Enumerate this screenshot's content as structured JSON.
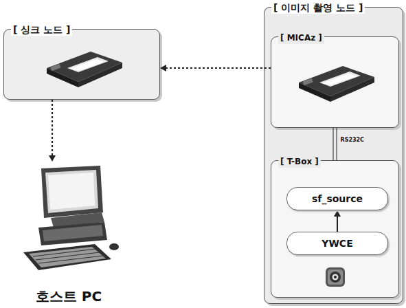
{
  "diagram": {
    "nodes": [
      {
        "text": [
          "[ 싱크 노드 ]"
        ]
      },
      {
        "text": [
          "[ 이미지 촬영 노드 ]"
        ]
      },
      {
        "text": [
          "[ MICAz ]"
        ],
        "in": 1
      },
      {
        "text": [
          "[ T-Box ]"
        ],
        "in": 1
      },
      {
        "text": [
          "sf_source"
        ],
        "in": 3
      },
      {
        "text": [
          "YWCE"
        ],
        "in": 3
      },
      {
        "text": [
          "호스트 PC"
        ]
      }
    ],
    "edges": [
      {
        "from": 2,
        "to": 0,
        "arrow": "to"
      },
      {
        "from": 0,
        "to": 6,
        "arrow": "to"
      },
      {
        "from": 2,
        "to": 3,
        "label": "RS232C",
        "arrow": "none"
      },
      {
        "from": 5,
        "to": 4,
        "arrow": "to"
      }
    ]
  }
}
